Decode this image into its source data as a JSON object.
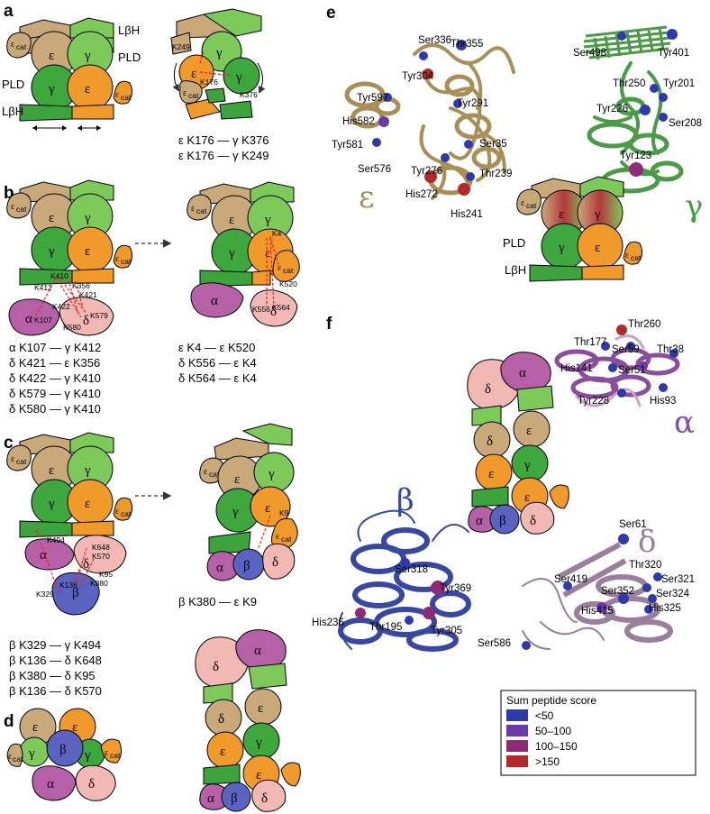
{
  "colors": {
    "eps": "#c9a97a",
    "gam": "#7dc95a",
    "gam_dark": "#3a9a3a",
    "lbh": "#3da33d",
    "cat": "#ef9a2a",
    "alpha": "#b660a8",
    "beta": "#5a64c0",
    "delta": "#f2b8b4",
    "eps_struct": "#a88f58",
    "gam_struct": "#4a9a48",
    "alpha_struct": "#8a4f9a",
    "beta_struct": "#3848a0",
    "delta_struct": "#9a7f9c",
    "xl": "#ff1a1a",
    "score_lt50": "#2e3aa8",
    "score_50_100": "#6a3aa8",
    "score_100_150": "#8e2a78",
    "score_gt150": "#b02a2a"
  },
  "panels": {
    "a": {
      "label": "a",
      "side_labels": {
        "lbh": "LβH",
        "pld": "PLD",
        "ecat": "ε",
        "ecat_sub": "cat",
        "eps": "ε",
        "gam": "γ"
      },
      "crosslinks": [
        "ε K176 — γ K376",
        "ε K176 — γ K249"
      ],
      "site_labels": [
        "K249",
        "K176",
        "K376"
      ]
    },
    "b": {
      "label": "b",
      "crosslinks_left": [
        "α K107 — γ K412",
        "δ K421 — ε K356",
        "δ K422 — γ K410",
        "δ K579 — γ K410",
        "δ K580 — γ K410"
      ],
      "crosslinks_right": [
        "ε K4 — ε K520",
        "δ K556 — ε K4",
        "δ K564 — ε K4"
      ],
      "site_labels_left": [
        "K410",
        "K356",
        "K412",
        "K421",
        "K422",
        "K579",
        "K107",
        "K580"
      ],
      "site_labels_right": [
        "K4",
        "K520",
        "K556",
        "K564"
      ]
    },
    "c": {
      "label": "c",
      "crosslinks_left": [
        "β K329 — γ K494",
        "β K136 — δ K648",
        "β K380 — δ K95",
        "β K136 — δ K570"
      ],
      "crosslinks_right": [
        "β K380 — ε K9"
      ],
      "site_labels_left": [
        "K494",
        "K648",
        "K570",
        "K95",
        "K380",
        "K136",
        "K329"
      ],
      "site_labels_right": [
        "K9"
      ]
    },
    "d": {
      "label": "d"
    },
    "e": {
      "label": "e",
      "eps_residues": [
        "Ser336",
        "Thr355",
        "Tyr304",
        "Tyr291",
        "Tyr597",
        "His582",
        "Tyr581",
        "Ser576",
        "Ser35",
        "Tyr276",
        "Thr239",
        "His272",
        "His241"
      ],
      "gam_residues": [
        "Ser498",
        "Tyr401",
        "Thr250",
        "Tyr201",
        "Tyr226",
        "Ser208",
        "Tyr123"
      ],
      "schematic_labels": {
        "pld": "PLD",
        "lbh": "LβH"
      }
    },
    "f": {
      "label": "f",
      "alpha_residues": [
        "Thr260",
        "Thr177",
        "Ser59",
        "Thr38",
        "His141",
        "Ser51",
        "Tyr228",
        "His93"
      ],
      "beta_residues": [
        "Ser318",
        "Tyr369",
        "His236",
        "Thr195",
        "Tyr305"
      ],
      "delta_residues": [
        "Ser61",
        "Thr320",
        "Ser419",
        "Ser321",
        "Ser352",
        "Ser324",
        "His415",
        "His325",
        "Ser586"
      ]
    }
  },
  "legend": {
    "title": "Sum peptide score",
    "items": [
      {
        "label": "<50",
        "color": "#2e3aa8"
      },
      {
        "label": "50–100",
        "color": "#6a3aa8"
      },
      {
        "label": "100–150",
        "color": "#8e2a78"
      },
      {
        "label": ">150",
        "color": "#b02a2a"
      }
    ]
  },
  "greek": {
    "alpha": "α",
    "beta": "β",
    "gamma": "γ",
    "delta": "δ",
    "epsilon": "ε"
  }
}
